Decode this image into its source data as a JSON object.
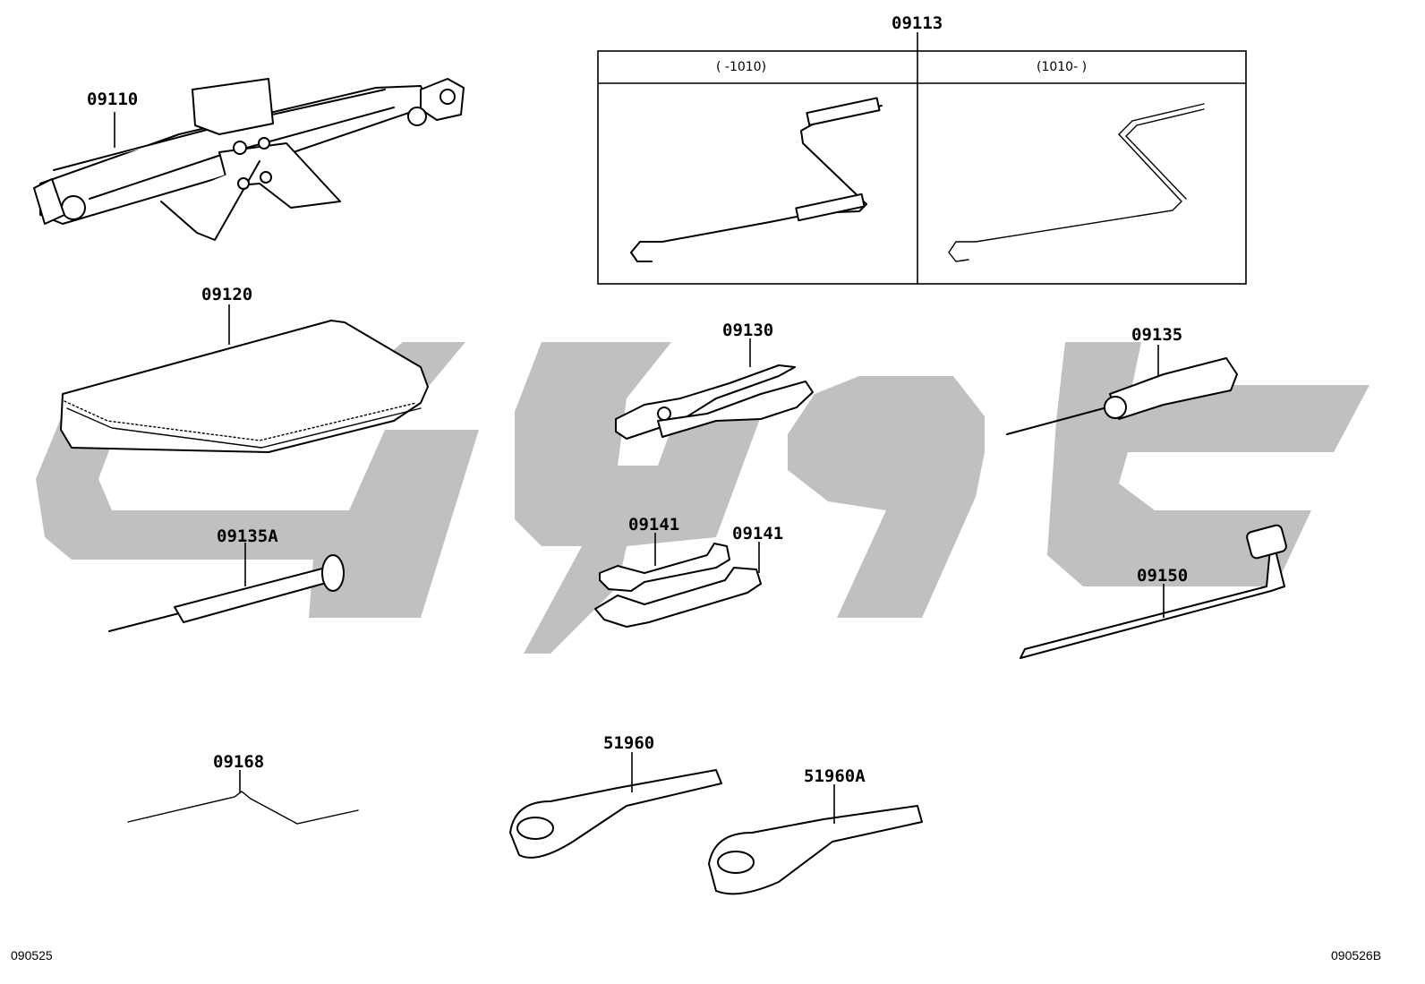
{
  "diagram": {
    "callouts": {
      "jack": "09110",
      "jack_handle": "09113",
      "tool_bag": "09120",
      "pliers": "09130",
      "screwdriver": "09135",
      "screwdriver_alt": "09135A",
      "wrench_a": "09141",
      "wrench_b": "09141",
      "wheel_nut_wrench": "09150",
      "hook_rod": "09168",
      "towing_eye": "51960",
      "towing_eye_alt": "51960A"
    },
    "handle_table": {
      "left_header": "(      -1010)",
      "right_header": "(1010-      )"
    },
    "footer": {
      "left_ref": "090525",
      "right_ref": "090526B"
    }
  }
}
